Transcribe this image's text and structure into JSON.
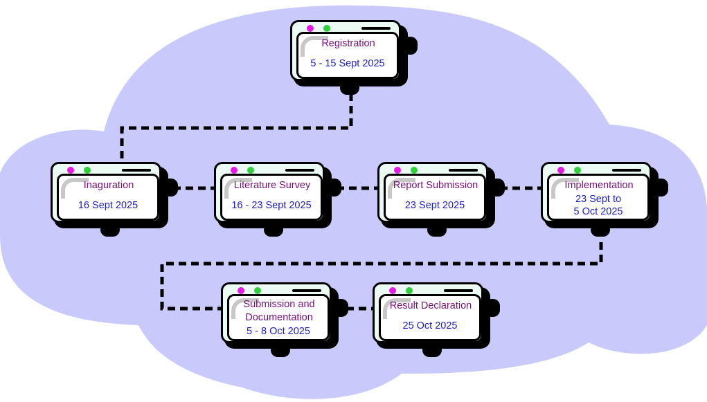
{
  "colors": {
    "background": "#ffffff",
    "cloud": "#c9c9fb",
    "panel": "#ebfaf2",
    "title_text": "#7a0f7a",
    "date_text": "#1c1ccf",
    "dot_pink": "#e619e6",
    "dot_green": "#2ed13a",
    "connector": "#000000"
  },
  "nodes": [
    {
      "title": "Registration",
      "date_lines": [
        "5 - 15 Sept 2025"
      ]
    },
    {
      "title": "Inaguration",
      "date_lines": [
        "16 Sept 2025"
      ]
    },
    {
      "title": "Literature Survey",
      "date_lines": [
        "16 - 23 Sept 2025"
      ]
    },
    {
      "title": "Report Submission",
      "date_lines": [
        "23 Sept 2025"
      ]
    },
    {
      "title": "Implementation",
      "date_lines": [
        "23 Sept to",
        "5 Oct 2025"
      ]
    },
    {
      "title": "Submission and Documentation",
      "title_lines": [
        "Submission and",
        "Documentation"
      ],
      "date_lines": [
        "5 - 8 Oct 2025"
      ]
    },
    {
      "title": "Result Declaration",
      "date_lines": [
        "25 Oct 2025"
      ]
    }
  ]
}
